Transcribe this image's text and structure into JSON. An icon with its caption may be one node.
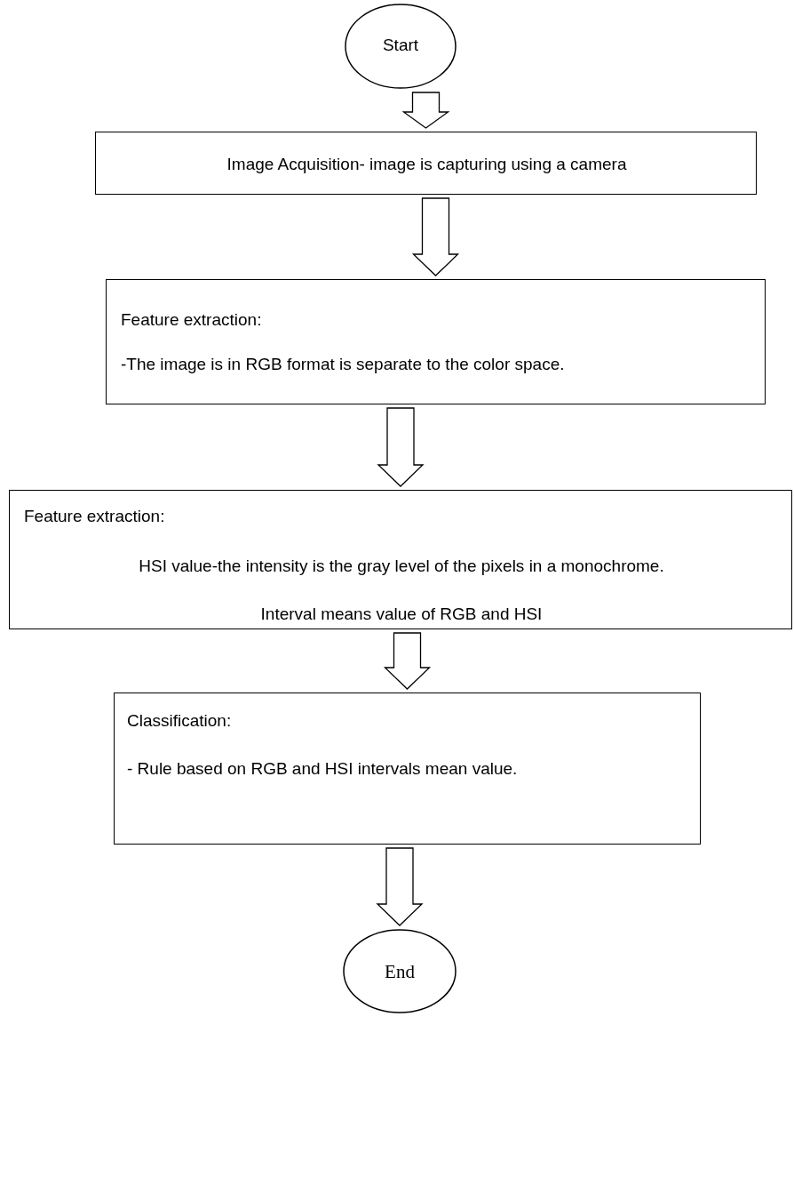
{
  "diagram": {
    "nodes": [
      {
        "text": [
          "Start"
        ]
      },
      {
        "text": [
          "Image Acquisition- image is capturing using a camera"
        ]
      },
      {
        "text": [
          "Feature extraction:",
          "-The image is in RGB format is separate to the color space."
        ]
      },
      {
        "text": [
          "Feature extraction:",
          "HSI value-the intensity is the gray level of the pixels in a monochrome.",
          "Interval means value of RGB and HSI"
        ]
      },
      {
        "text": [
          "Classification:",
          "- Rule based on RGB and HSI intervals mean value."
        ]
      },
      {
        "text": [
          "End"
        ]
      }
    ],
    "edges": [
      {
        "from": 0,
        "to": 1,
        "arrow": "to"
      },
      {
        "from": 1,
        "to": 2,
        "arrow": "to"
      },
      {
        "from": 2,
        "to": 3,
        "arrow": "to"
      },
      {
        "from": 3,
        "to": 4,
        "arrow": "to"
      },
      {
        "from": 4,
        "to": 5,
        "arrow": "to"
      }
    ]
  }
}
